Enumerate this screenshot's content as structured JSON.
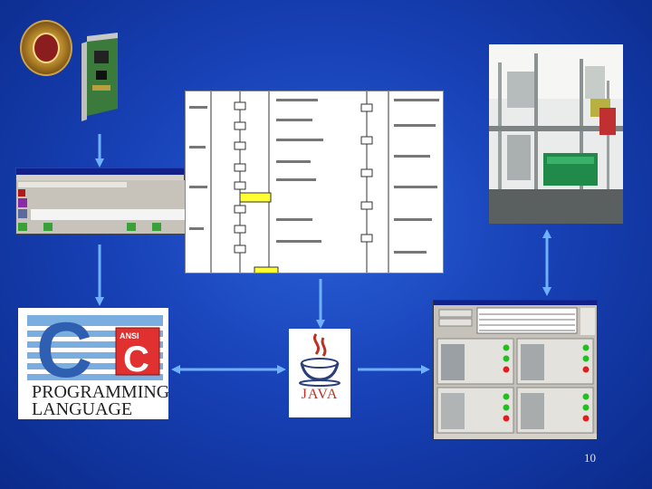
{
  "slide": {
    "page_number": "10",
    "background_color": "#1842b8",
    "arrow_color": "#6fb0ff"
  },
  "c_book": {
    "logo_letter": "C",
    "badge_text": "ANSI",
    "badge_letter": "C",
    "title_line1": "PROGRAMMING",
    "title_line2": "LANGUAGE"
  },
  "java_logo": {
    "text": "JAVA"
  },
  "icons": [
    "university-seal-icon",
    "pci-card-icon",
    "java-cup-icon"
  ]
}
